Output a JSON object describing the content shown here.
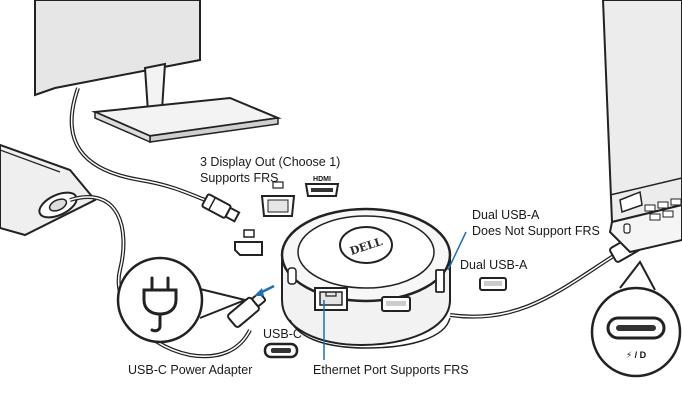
{
  "labels": {
    "display_out_line1": "3 Display Out (Choose 1)",
    "display_out_line2": "Supports FRS",
    "dual_usb_a_line1": "Dual USB-A",
    "dual_usb_a_line2": "Does Not Support FRS",
    "dual_usb_a_side": "Dual USB-A",
    "usb_c": "USB-C",
    "power_adapter": "USB-C Power Adapter",
    "ethernet": "Ethernet Port Supports FRS"
  },
  "port_icons": {
    "hdmi": "HDMI",
    "vga": "VGA",
    "displayport": "DP",
    "thunderbolt_dp": "⚡ / D"
  },
  "hub": {
    "brand": "DELL"
  },
  "colors": {
    "line": "#222222",
    "accent_blue": "#1f6fb5",
    "background": "#ffffff",
    "shade": "#d9d9d9"
  },
  "icons": [
    "monitor-icon",
    "laptop-icon",
    "power-plug-icon",
    "usb-c-connector-icon",
    "hdmi-connector-icon",
    "vga-connector-icon",
    "displayport-connector-icon",
    "ethernet-port-icon",
    "usb-a-port-icon"
  ]
}
